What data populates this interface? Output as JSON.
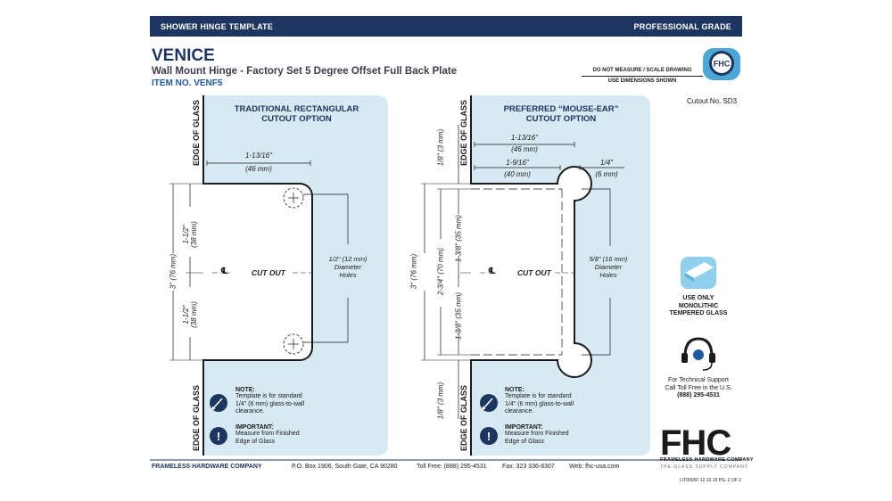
{
  "header": {
    "left_label": "SHOWER HINGE TEMPLATE",
    "right_label": "PROFESSIONAL GRADE"
  },
  "title": "VENICE",
  "subtitle": "Wall Mount Hinge - Factory Set 5 Degree Offset Full Back Plate",
  "item_no": "ITEM NO. VENF5",
  "scale_notice": {
    "line1": "DO NOT MEASURE / SCALE DRAWING",
    "line2": "USE DIMENSIONS SHOWN"
  },
  "badge_text": "FHC",
  "cutout_no": "Cutout No. SD3",
  "left_panel": {
    "title_line1": "TRADITIONAL RECTANGULAR",
    "title_line2": "CUTOUT OPTION",
    "edge_label": "EDGE OF GLASS",
    "width_in": "1-13/16\"",
    "width_mm": "(46 mm)",
    "half_in": "1-1/2\"",
    "half_mm": "(38 mm)",
    "total_label": "3\" (76 mm)",
    "center_symbol": "℄",
    "cut_label": "CUT OUT",
    "hole_l1": "1/2\" (12 mm)",
    "hole_l2": "Diameter",
    "hole_l3": "Holes"
  },
  "right_panel": {
    "title_line1": "PREFERRED “MOUSE-EAR”",
    "title_line2": "CUTOUT OPTION",
    "edge_label": "EDGE OF GLASS",
    "width_in": "1-13/16\"",
    "width_mm": "(46 mm)",
    "inner_in": "1-9/16\"",
    "inner_mm": "(40 mm)",
    "ear_in": "1/4\"",
    "ear_mm": "(6 mm)",
    "offset": "1/8\" (3 mm)",
    "half": "1-3/8\" (35 mm)",
    "inner_total": "2-3/4\" (70 mm)",
    "total_label": "3\" (76 mm)",
    "center_symbol": "℄",
    "cut_label": "CUT OUT",
    "hole_l1": "5/8\" (16 mm)",
    "hole_l2": "Diameter",
    "hole_l3": "Holes"
  },
  "notes": {
    "note_heading": "NOTE:",
    "note_l1": "Template is for standard",
    "note_l2": "1/4\" (6 mm) glass-to-wall",
    "note_l3": "clearance.",
    "important_heading": "IMPORTANT:",
    "important_l1": "Measure from Finished",
    "important_l2": "Edge of Glass"
  },
  "sidebar": {
    "glass_l1": "USE ONLY",
    "glass_l2": "MONOLITHIC",
    "glass_l3": "TEMPERED GLASS",
    "support_l1": "For Technical Support",
    "support_l2": "Call Toll Free in the U.S.",
    "support_phone": "(888) 295-4531"
  },
  "footer": {
    "company": "FRAMELESS HARDWARE COMPANY",
    "address": "P.O. Box 1906, South Gate, CA 90280",
    "toll_free": "Toll Free: (888) 295-4531",
    "fax": "Fax: 323 336-8307",
    "web": "Web: fhc-usa.com"
  },
  "logo": {
    "mark": "FHC",
    "line1": "FRAMELESS HARDWARE COMPANY",
    "line2": "THE GLASS SUPPLY COMPANY"
  },
  "lit_code": "LIT0005F 12.10.19 PG. 2 OF 2",
  "colors": {
    "navy": "#1d3661",
    "panel": "#d7e9f3",
    "blue": "#1d5aa6"
  }
}
